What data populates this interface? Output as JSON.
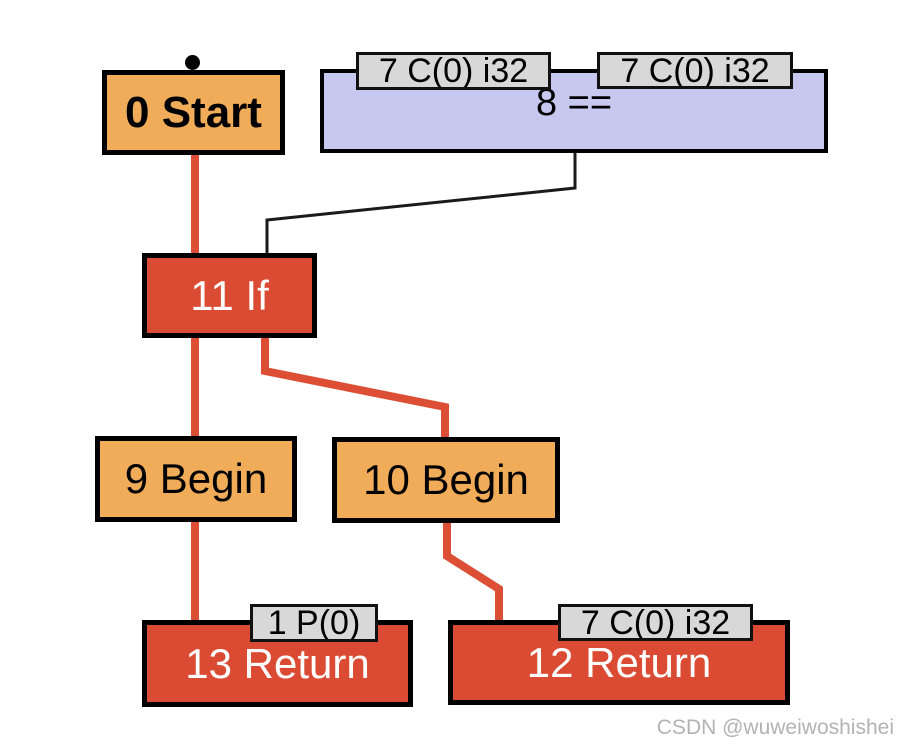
{
  "watermark": "CSDN @wuweiwoshishei",
  "graph": {
    "nodes": {
      "start": {
        "id": 0,
        "label": "0 Start",
        "type": "control-orange"
      },
      "eq": {
        "id": 8,
        "label": "8 ==",
        "type": "data-lavender",
        "inputs": [
          "7 C(0) i32",
          "7 C(0) i32"
        ]
      },
      "if": {
        "id": 11,
        "label": "11 If",
        "type": "control-red"
      },
      "begin9": {
        "id": 9,
        "label": "9 Begin",
        "type": "control-orange"
      },
      "begin10": {
        "id": 10,
        "label": "10 Begin",
        "type": "control-orange"
      },
      "return13": {
        "id": 13,
        "label": "13 Return",
        "type": "control-red",
        "inputs": [
          "1 P(0)"
        ]
      },
      "return12": {
        "id": 12,
        "label": "12 Return",
        "type": "control-red",
        "inputs": [
          "7 C(0) i32"
        ]
      }
    },
    "edges": [
      {
        "from": "0 Start",
        "to": "11 If",
        "kind": "control"
      },
      {
        "from": "8 ==",
        "to": "11 If",
        "kind": "data"
      },
      {
        "from": "11 If",
        "to": "9 Begin",
        "kind": "control"
      },
      {
        "from": "11 If",
        "to": "10 Begin",
        "kind": "control"
      },
      {
        "from": "9 Begin",
        "to": "13 Return",
        "kind": "control"
      },
      {
        "from": "10 Begin",
        "to": "12 Return",
        "kind": "control"
      }
    ],
    "colors": {
      "control_orange": "#F0AC58",
      "control_red": "#DB4B33",
      "data_lavender": "#C7C8EF",
      "input_tab_gray": "#D8D8D8",
      "edge_control": "#DD4F35",
      "edge_data": "#1A1A1A",
      "border_black": "#000000"
    }
  }
}
